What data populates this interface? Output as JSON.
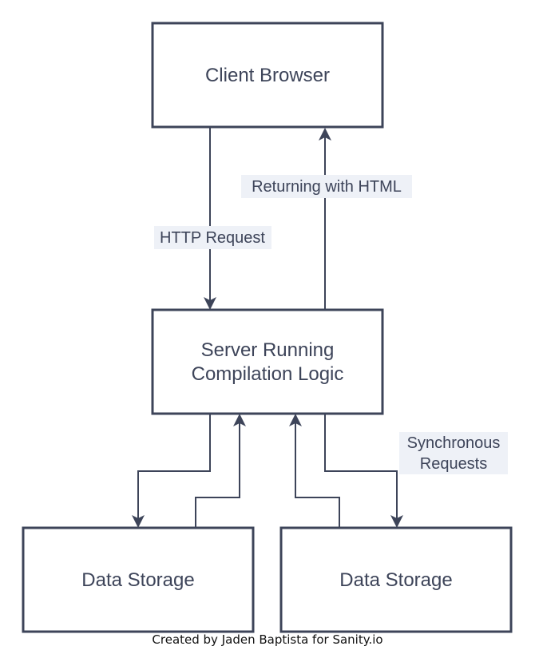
{
  "nodes": {
    "client": {
      "lines": [
        "Client Browser"
      ]
    },
    "server": {
      "lines": [
        "Server Running",
        "Compilation Logic"
      ]
    },
    "storage_left": {
      "lines": [
        "Data Storage"
      ]
    },
    "storage_right": {
      "lines": [
        "Data Storage"
      ]
    }
  },
  "edges": {
    "http_request": {
      "label": [
        "HTTP Request"
      ]
    },
    "returning_html": {
      "label": [
        "Returning with HTML"
      ]
    },
    "synchronous_requests": {
      "label": [
        "Synchronous",
        "Requests"
      ]
    }
  },
  "credit": "Created by Jaden Baptista for Sanity.io",
  "colors": {
    "stroke": "#3d4459",
    "label_background": "#eef1f7"
  }
}
